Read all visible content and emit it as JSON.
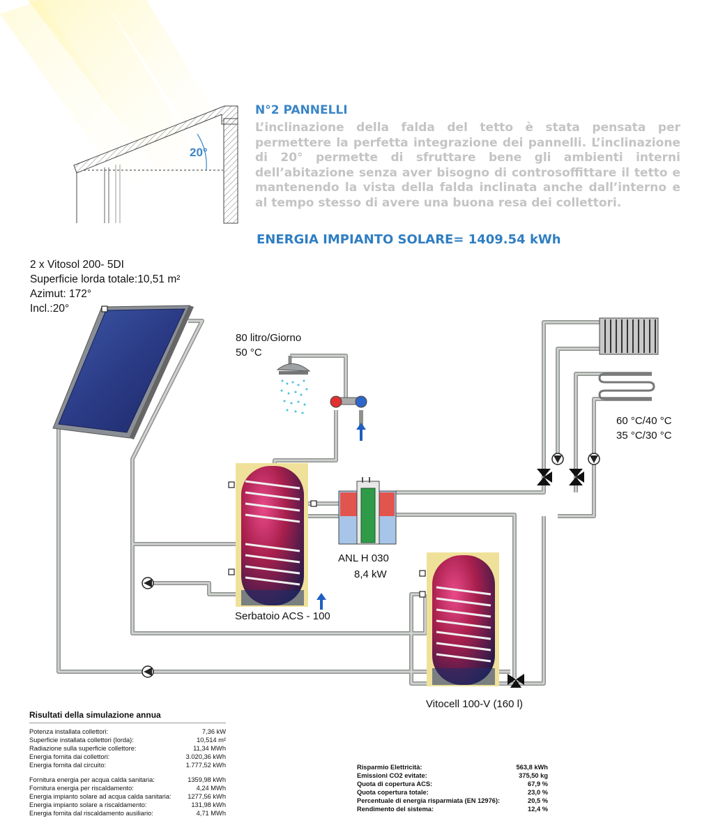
{
  "roof": {
    "angle_label": "20°"
  },
  "intro": {
    "heading": "N°2 PANNELLI",
    "paragraph": "L’inclinazione della falda del tetto è stata pensata per permettere la perfetta integrazione dei pannelli. L’inclinazione di 20° permette di sfruttare bene gli ambienti interni dell’abitazione senza aver bisogno di controsoffittare il tetto e mantenendo la vista della falda inclinata anche dall’interno e al tempo stesso di avere una buona resa dei collettori.",
    "energy": "ENERGIA IMPIANTO SOLARE= 1409.54 kWh"
  },
  "collector": {
    "line1": "2 x Vitosol 200- 5DI",
    "line2": "Superficie lorda totale:10,51 m²",
    "line3": "Azimut:  172°",
    "line4": "Incl.:20°"
  },
  "shower": {
    "flow": "80 litro/Giorno",
    "temp": "50 °C"
  },
  "heating": {
    "temp1": "60 °C/40 °C",
    "temp2": "35 °C/30 °C"
  },
  "heatpump": {
    "name": "ANL H 030",
    "power": "8,4 kW"
  },
  "tank_acs": {
    "name": "Serbatoio ACS - 100"
  },
  "tank_vitocell": {
    "name": "Vitocell 100-V (160 l)"
  },
  "results": {
    "title": "Risultati della simulazione annua",
    "group1": [
      {
        "label": "Potenza installata collettori:",
        "value": "7,36 kW"
      },
      {
        "label": "Superficie installata collettori (lorda):",
        "value": "10,514 m²"
      },
      {
        "label": "Radiazione sulla superficie collettore:",
        "value": "11,34 MWh"
      },
      {
        "label": "Energia fornita dai collettori:",
        "value": "3.020,36 kWh"
      },
      {
        "label": "Energia fornita dal circuito:",
        "value": "1.777,52 kWh"
      }
    ],
    "group2": [
      {
        "label": "Fornitura energia per acqua calda sanitaria:",
        "value": "1359,98 kWh"
      },
      {
        "label": "Fornitura energia per riscaldamento:",
        "value": "4,24 MWh"
      },
      {
        "label": "Energia impianto solare ad acqua calda sanitaria:",
        "value": "1277,56 kWh"
      },
      {
        "label": "Energia impianto solare a riscaldamento:",
        "value": "131,98 kWh"
      },
      {
        "label": "Energia fornita dal riscaldamento ausiliario:",
        "value": "4,71 MWh"
      }
    ]
  },
  "savings": [
    {
      "label": "Risparmio Elettricità:",
      "value": "563,8 kWh"
    },
    {
      "label": "Emissioni CO2 evitate:",
      "value": "375,50 kg"
    },
    {
      "label": "Quota di copertura ACS:",
      "value": "67,9 %"
    },
    {
      "label": "Quota copertura totale:",
      "value": "23,0 %"
    },
    {
      "label": "Percentuale di energia risparmiata (EN 12976):",
      "value": "20,5 %"
    },
    {
      "label": "Rendimento del sistema:",
      "value": "12,4 %"
    }
  ],
  "colors": {
    "heading": "#3a86c8",
    "paragraph": "#c4c4c4",
    "pipe": "#b3b6b3",
    "panel": "#2c3e86"
  }
}
